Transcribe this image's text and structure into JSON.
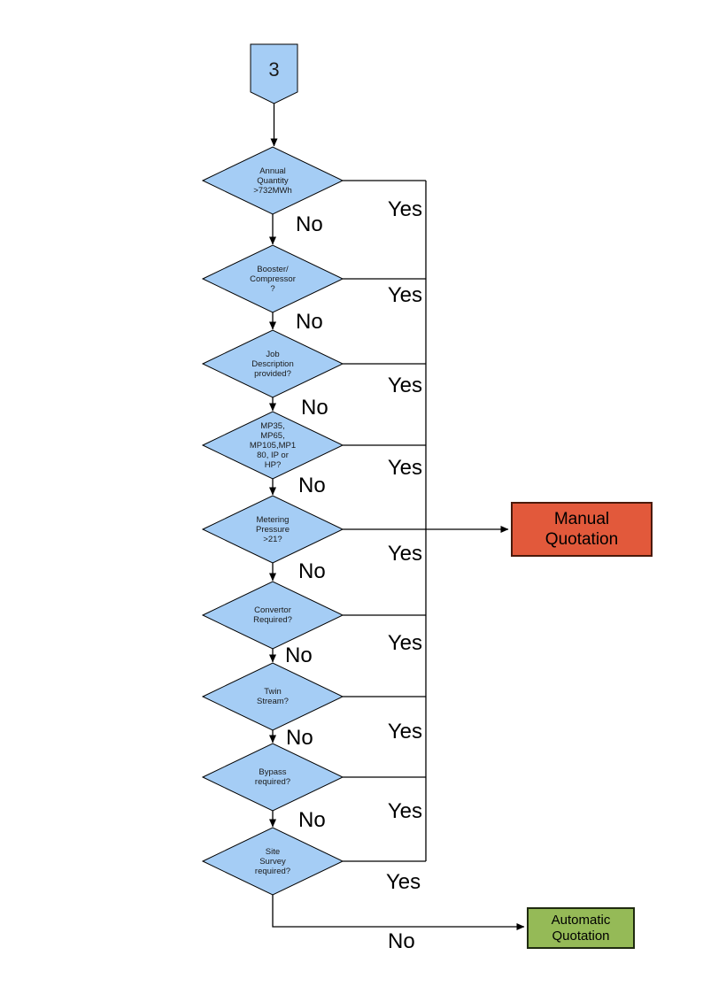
{
  "connector": {
    "label": "3"
  },
  "decisions": [
    {
      "text": "Annual\nQuantity\n>732MWh",
      "yes_label": "Yes",
      "no_label": "No"
    },
    {
      "text": "Booster/\nCompressor\n?",
      "yes_label": "Yes",
      "no_label": "No"
    },
    {
      "text": "Job\nDescription\nprovided?",
      "yes_label": "Yes",
      "no_label": "No"
    },
    {
      "text": "MP35,\nMP65,\nMP105,MP1\n80, IP or\nHP?",
      "yes_label": "Yes",
      "no_label": "No"
    },
    {
      "text": "Metering\nPressure\n>21?",
      "yes_label": "Yes",
      "no_label": "No"
    },
    {
      "text": "Convertor\nRequired?",
      "yes_label": "Yes",
      "no_label": "No"
    },
    {
      "text": "Twin\nStream?",
      "yes_label": "Yes",
      "no_label": "No"
    },
    {
      "text": "Bypass\nrequired?",
      "yes_label": "Yes",
      "no_label": "No"
    },
    {
      "text": "Site\nSurvey\nrequired?",
      "yes_label": "Yes",
      "no_label": "No"
    }
  ],
  "outcomes": {
    "manual": {
      "label": "Manual\nQuotation",
      "fill": "#E2593B"
    },
    "automatic": {
      "label": "Automatic\nQuotation",
      "fill": "#95BA57"
    }
  },
  "colors": {
    "decision_fill": "#A5CDF5",
    "connector_fill": "#A5CDF5",
    "line": "#000000"
  }
}
